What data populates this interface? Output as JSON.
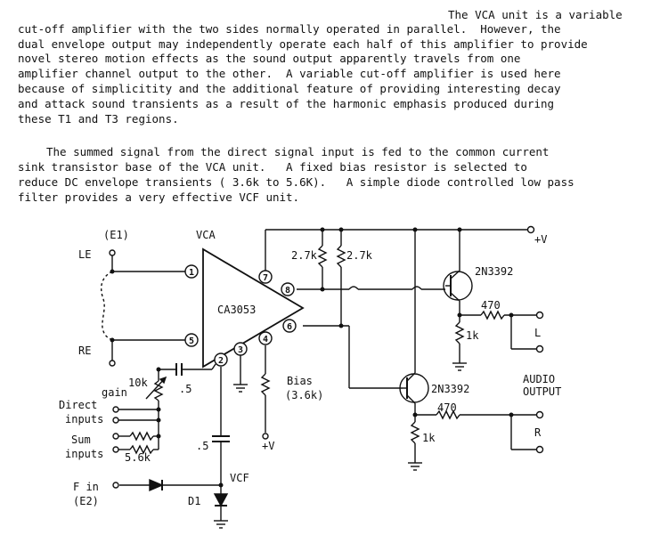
{
  "paragraph1": [
    "The VCA unit is a variable",
    "cut-off amplifier with the two sides normally operated in parallel.  However, the",
    "dual envelope output may independently operate each half of this amplifier to provide",
    "novel stereo motion effects as the sound output apparently travels from one",
    "amplifier channel output to the other.  A variable cut-off amplifier is used here",
    "because of simplicitity and the additional feature of providing interesting decay",
    "and attack sound transients as a result of the harmonic emphasis produced during",
    "these T1 and T3 regions."
  ],
  "paragraph2": [
    "The summed signal from the direct signal input is fed to the common current",
    "sink transistor base of the VCA unit.   A fixed bias resistor is selected to",
    "reduce DC envelope transients ( 3.6k to 5.6K).   A simple diode controlled low pass",
    "filter provides a very effective VCF unit."
  ],
  "schematic": {
    "e1": "(E1)",
    "vca": "VCA",
    "le": "LE",
    "re": "RE",
    "chip": "CA3053",
    "pins": [
      "1",
      "2",
      "3",
      "4",
      "5",
      "6",
      "7",
      "8"
    ],
    "r1": "2.7k",
    "r2": "2.7k",
    "plus_v_top": "+V",
    "q1": "2N3392",
    "q2": "2N3392",
    "r470a": "470",
    "r470b": "470",
    "r1k_a": "1k",
    "r1k_b": "1k",
    "out_l": "L",
    "out_r": "R",
    "audio": "AUDIO",
    "output": "OUTPUT",
    "pot": "10k",
    "gain": "gain",
    "cap1": ".5",
    "cap2": ".5",
    "direct": "Direct",
    "inputs1": "inputs",
    "sum": "Sum",
    "inputs2": "inputs",
    "r56": "5.6k",
    "bias": "Bias",
    "bias_val": "(3.6k)",
    "plus_v_bias": "+V",
    "vcf": "VCF",
    "fin": "F in",
    "e2": "(E2)",
    "d1": "D1"
  }
}
